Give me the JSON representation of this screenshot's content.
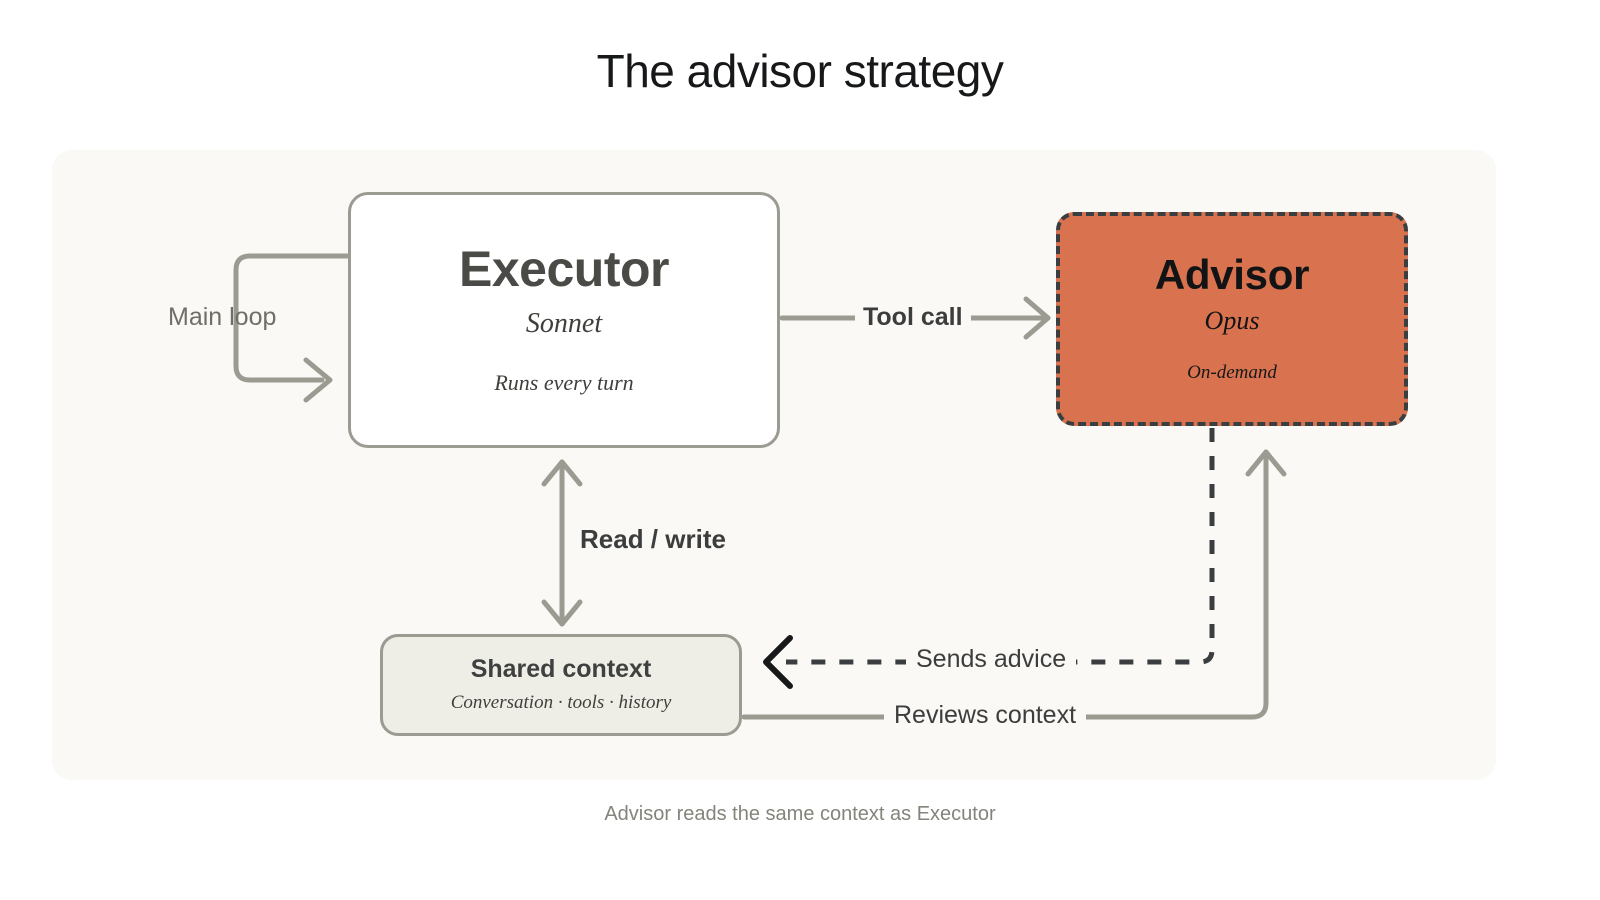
{
  "title": "The advisor strategy",
  "caption": "Advisor reads the same context as Executor",
  "colors": {
    "page_background": "#ffffff",
    "panel_background": "#faf9f5",
    "line": "#9b9b92",
    "advisor_fill": "#d9734f",
    "advisor_border": "#3b3e40",
    "shared_fill": "#eeeee7",
    "executor_fill": "#ffffff",
    "text_dark": "#3c3d3d",
    "text_muted": "#6f6f68",
    "caption_text": "#84847c"
  },
  "nodes": {
    "executor": {
      "title": "Executor",
      "subtitle": "Sonnet",
      "note": "Runs every turn"
    },
    "advisor": {
      "title": "Advisor",
      "subtitle": "Opus",
      "note": "On-demand"
    },
    "shared": {
      "title": "Shared context",
      "subtitle": "Conversation · tools · history"
    }
  },
  "edges": {
    "main_loop": "Main loop",
    "tool_call": "Tool call",
    "read_write": "Read / write",
    "sends_advice": "Sends advice",
    "reviews_context": "Reviews context"
  }
}
